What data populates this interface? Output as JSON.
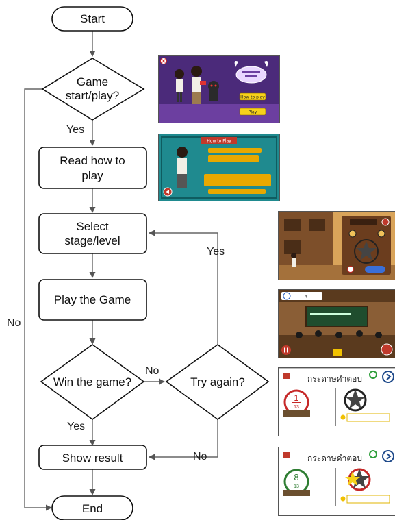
{
  "flowchart": {
    "nodes": {
      "start": "Start",
      "game_start": [
        "Game",
        "start/play?"
      ],
      "read_how": [
        "Read how to",
        "play"
      ],
      "select_stage": [
        "Select",
        "stage/level"
      ],
      "play_game": "Play the Game",
      "win_game": "Win the game?",
      "try_again": "Try again?",
      "show_result": "Show result",
      "end": "End"
    },
    "edge_labels": {
      "game_start_yes": "Yes",
      "game_start_no": "No",
      "win_no": "No",
      "win_yes": "Yes",
      "try_again_yes": "Yes",
      "try_again_no": "No"
    }
  },
  "screenshots": {
    "title_screen": {
      "how_to_play_button": "How to play",
      "play_button": "Play"
    },
    "how_to_play_screen": {
      "title": "How to Play"
    },
    "stage_screen": {},
    "classroom_screen": {
      "counter": "4"
    },
    "result_fail": {
      "title": "กระดาษคำตอบ",
      "numerator": "1",
      "denominator": "13"
    },
    "result_win": {
      "title": "กระดาษคำตอบ",
      "numerator": "8",
      "denominator": "13"
    }
  },
  "colors": {
    "stroke": "#111111",
    "edge": "#666666",
    "purple": "#4b2a7a",
    "teal": "#1f8a8f",
    "fail_red": "#c62828",
    "win_green": "#2e7d32"
  }
}
